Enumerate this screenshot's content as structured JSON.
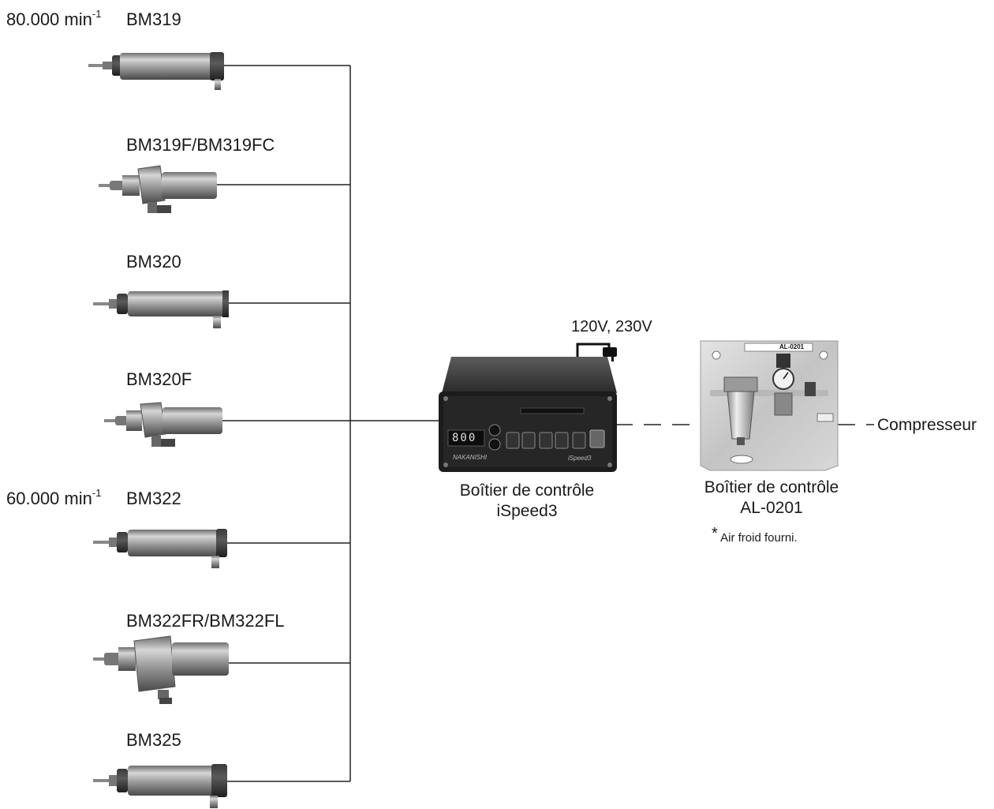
{
  "speeds": {
    "high": {
      "value": "80.000 min",
      "exponent": "-1"
    },
    "low": {
      "value": "60.000 min",
      "exponent": "-1"
    }
  },
  "motors": [
    {
      "id": "bm319",
      "label": "BM319"
    },
    {
      "id": "bm319f",
      "label": "BM319F/BM319FC"
    },
    {
      "id": "bm320",
      "label": "BM320"
    },
    {
      "id": "bm320f",
      "label": "BM320F"
    },
    {
      "id": "bm322",
      "label": "BM322"
    },
    {
      "id": "bm322fr",
      "label": "BM322FR/BM322FL"
    },
    {
      "id": "bm325",
      "label": "BM325"
    }
  ],
  "control_unit": {
    "caption_line1": "Boîtier de contrôle",
    "caption_line2": "iSpeed3",
    "display_value": "800",
    "power_label": "120V, 230V",
    "panel_brand": "NAKANISHI",
    "panel_model": "iSpeed3"
  },
  "air_unit": {
    "caption_line1": "Boîtier de contrôle",
    "caption_line2": "AL-0201",
    "note_star": "*",
    "note_text": "Air froid fourni.",
    "plate_label": "AL-0201"
  },
  "compressor_label": "Compresseur"
}
